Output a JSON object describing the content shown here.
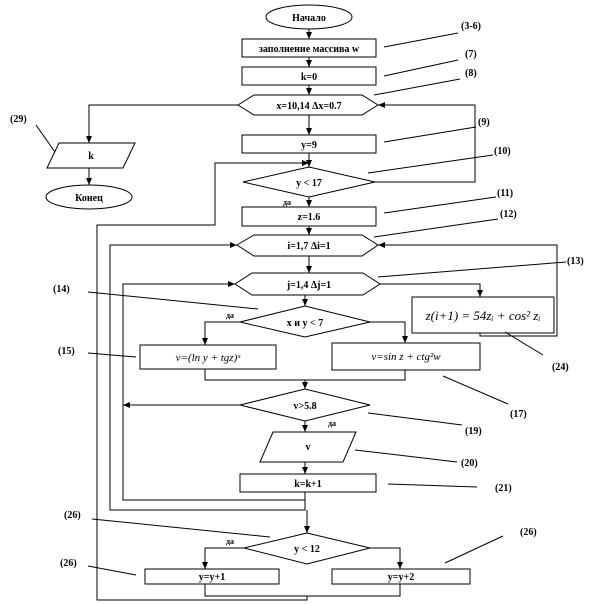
{
  "nodes": {
    "start": "Начало",
    "fill_array": "заполнение массива w",
    "k_init": "k=0",
    "loop_x": "x=10,14   Δx=0.7",
    "output_k": "k",
    "end": "Конец",
    "y_init": "y=9",
    "cond_y17": "y < 17",
    "z_init": "z=1.6",
    "loop_i": "i=1,7  Δi=1",
    "loop_j": "j=1,4  Δj=1",
    "cond_xy7": "x и y < 7",
    "v_formula_1": "v=(ln y + tgz)ˣ",
    "v_formula_2": "v=sin z + ctg²w",
    "z_formula": "z(i+1) = 54zᵢ + cos² zᵢ",
    "cond_v58": "v>5.8",
    "output_v": "v",
    "k_inc": "k=k+1",
    "cond_y12": "y < 12",
    "y_inc1": "y=y+1",
    "y_inc2": "y=y+2"
  },
  "yes_labels": {
    "cond_y17": "да",
    "cond_xy7": "да",
    "cond_v58": "да",
    "cond_y12": "да"
  },
  "refs": {
    "r3_6": "(3-6)",
    "r7": "(7)",
    "r8": "(8)",
    "r29": "(29)",
    "r9": "(9)",
    "r10": "(10)",
    "r11": "(11)",
    "r12": "(12)",
    "r13": "(13)",
    "r14": "(14)",
    "r24": "(24)",
    "r15": "(15)",
    "r17": "(17)",
    "r19": "(19)",
    "r20": "(20)",
    "r21": "(21)",
    "r26a": "(26)",
    "r26b": "(26)",
    "r26c": "(26)"
  }
}
